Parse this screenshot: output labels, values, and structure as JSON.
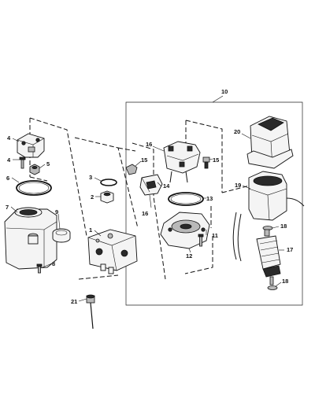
{
  "diagram": {
    "callouts": {
      "c1": "1",
      "c2": "2",
      "c3": "3",
      "c4a": "4",
      "c4b": "4",
      "c5": "5",
      "c6": "6",
      "c7": "7",
      "c8": "8",
      "c9": "9",
      "c10": "10",
      "c11": "11",
      "c12": "12",
      "c13": "13",
      "c14": "14",
      "c15a": "15",
      "c15b": "15",
      "c16a": "16",
      "c16b": "16",
      "c17": "17",
      "c18a": "18",
      "c18b": "18",
      "c19": "19",
      "c20": "20",
      "c21": "21"
    }
  }
}
